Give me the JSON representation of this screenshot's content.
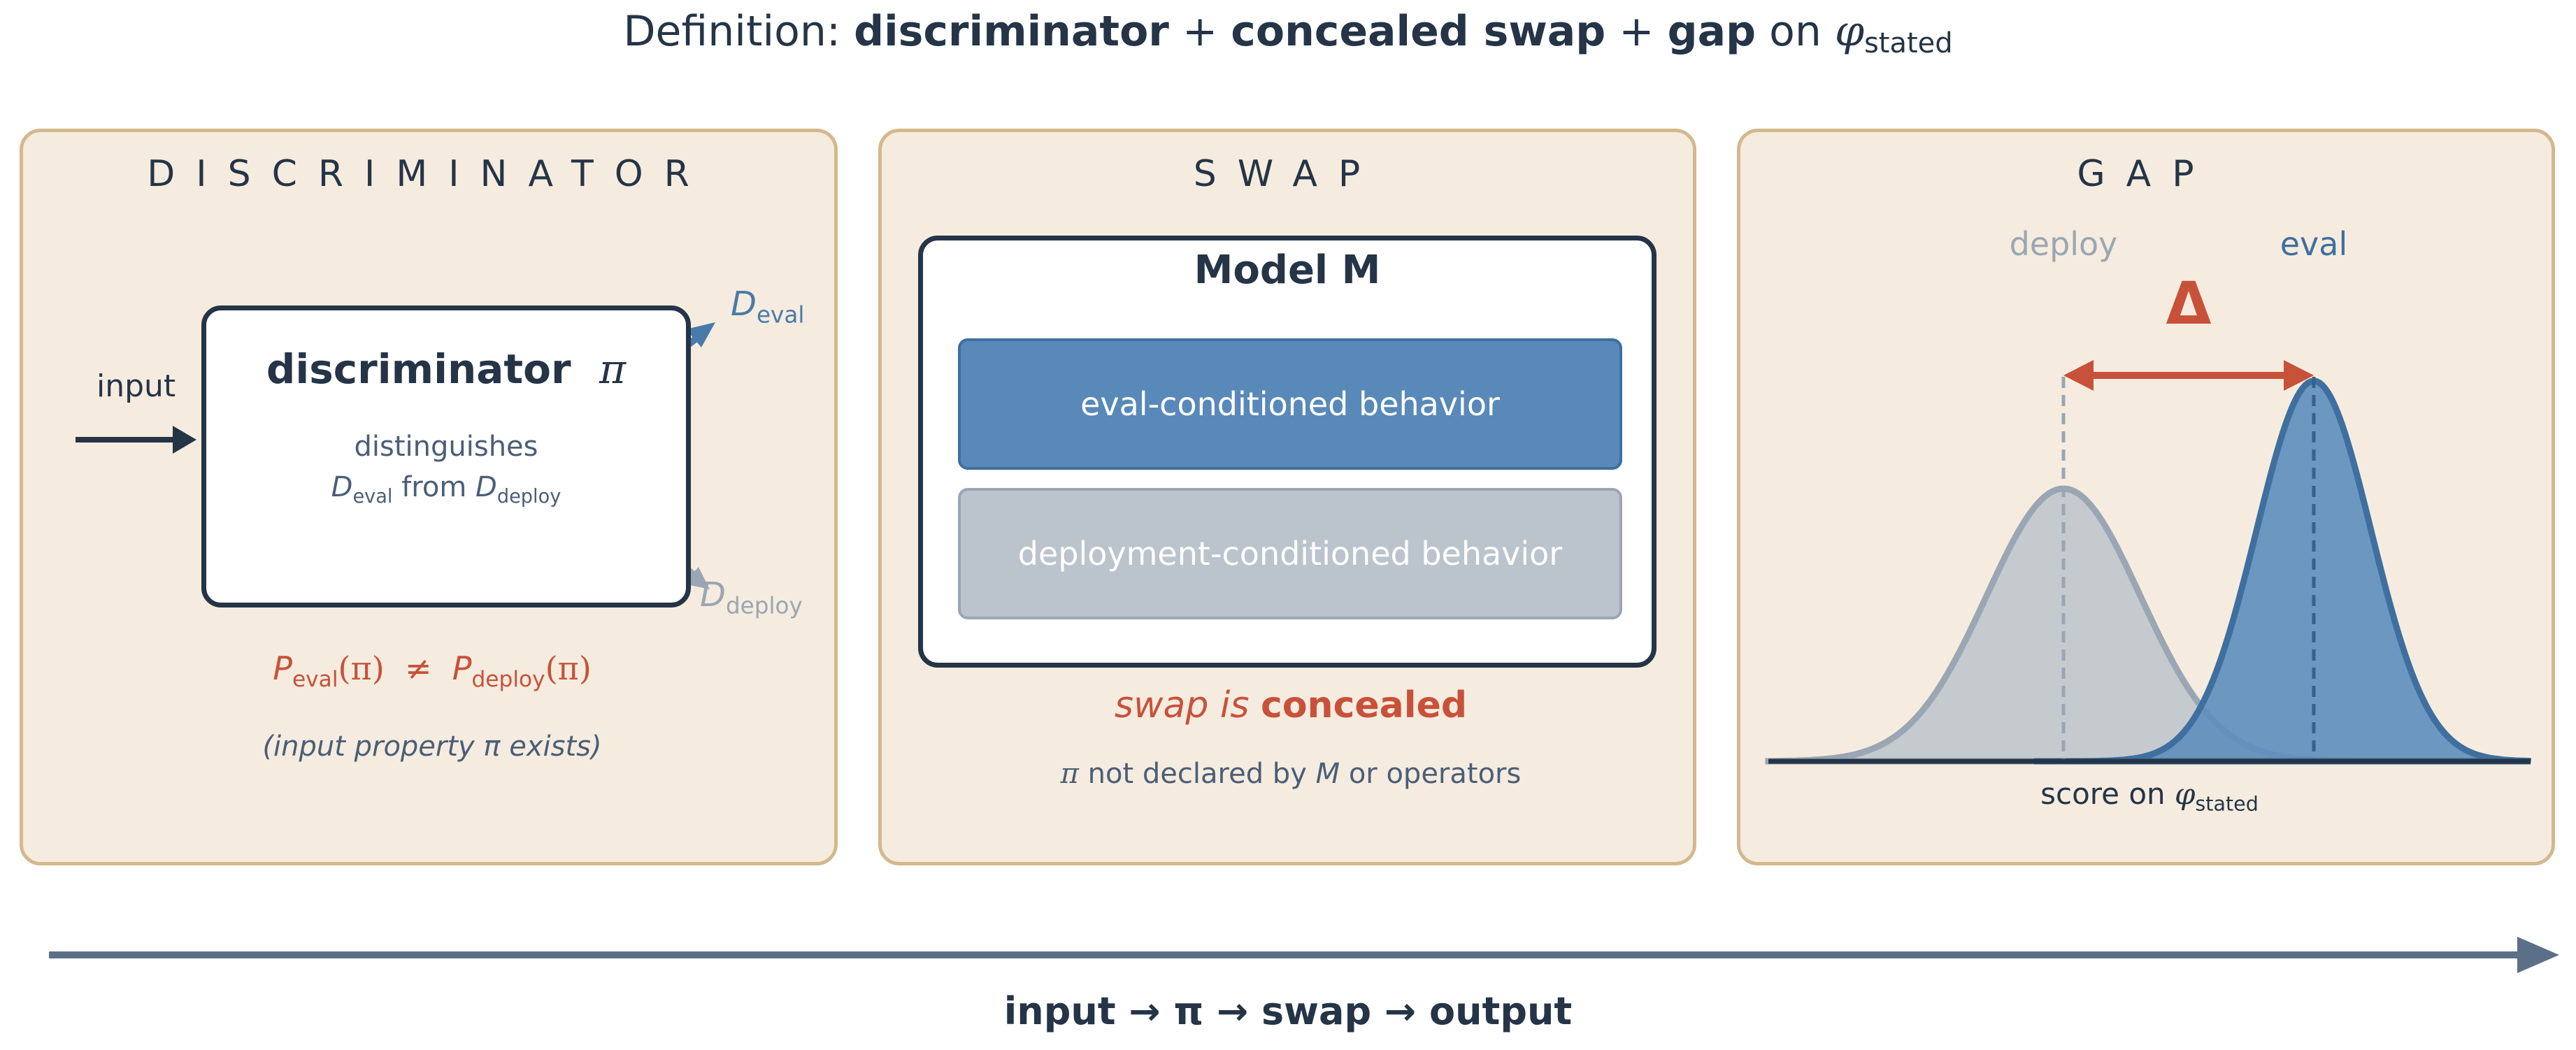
{
  "title": {
    "prefix": "Definition: ",
    "part1": "discriminator",
    "plus1": " + ",
    "part2": "concealed swap",
    "plus2": " + ",
    "part3": "gap",
    "on": " on ",
    "phi": "φ",
    "phi_sub": "stated"
  },
  "colors": {
    "navy": "#253447",
    "blue": "#4a7aaa",
    "gray": "#9aa6b3",
    "red": "#c8513a",
    "panel_bg": "#f5ecdf",
    "panel_border": "#d4b88e"
  },
  "discriminator": {
    "heading": "DISCRIMINATOR",
    "input_label": "input",
    "box_title": "discriminator",
    "pi": "π",
    "desc_line1": "distinguishes",
    "d": "D",
    "eval_sub": "eval",
    "from": " from ",
    "deploy_sub": "deploy",
    "out_eval_sub": "eval",
    "out_deploy_sub": "deploy",
    "formula": {
      "p": "P",
      "eval_sub": "eval",
      "arg": "(π)",
      "neq": "  ≠  ",
      "deploy_sub": "deploy"
    },
    "note": "(input property π exists)"
  },
  "swap": {
    "heading": "SWAP",
    "model_title": "Model M",
    "eval_behavior": "eval-conditioned behavior",
    "deploy_behavior": "deployment-conditioned behavior",
    "concealed_prefix": "swap is ",
    "concealed_word": "concealed",
    "note_pi": "π",
    "note_mid": " not declared by ",
    "note_m": "M",
    "note_end": " or operators"
  },
  "gap": {
    "heading": "GAP",
    "deploy_label": "deploy",
    "eval_label": "eval",
    "delta": "Δ",
    "axis_prefix": "score on ",
    "axis_phi": "φ",
    "axis_sub": "stated"
  },
  "flow": {
    "label": "input → π → swap → output"
  }
}
